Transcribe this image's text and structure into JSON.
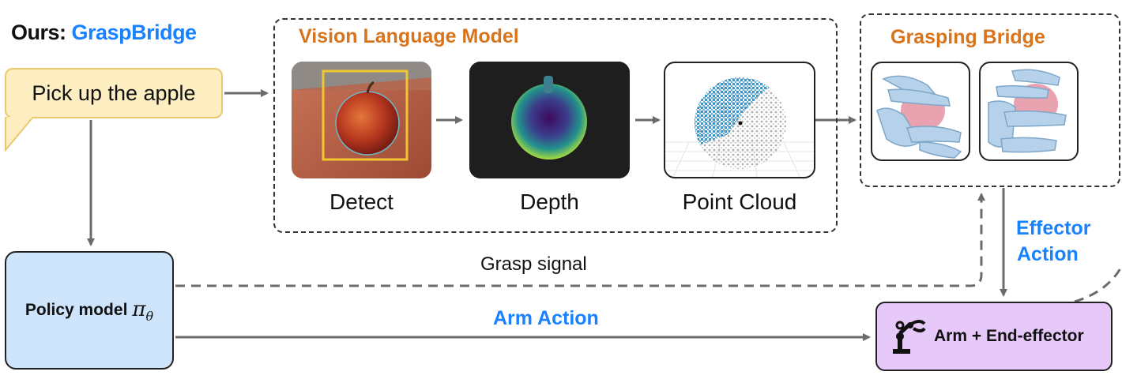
{
  "header": {
    "prefix": "Ours:",
    "brand": "GraspBridge"
  },
  "instruction": "Pick up the apple",
  "vlm": {
    "title": "Vision Language Model",
    "stages": [
      {
        "label": "Detect",
        "icon": "apple-detection-image"
      },
      {
        "label": "Depth",
        "icon": "depth-map-image"
      },
      {
        "label": "Point Cloud",
        "icon": "point-cloud-image"
      }
    ]
  },
  "grasping_bridge": {
    "title": "Grasping Bridge",
    "images": [
      "robot-hand-grasp-view-1",
      "robot-hand-grasp-view-2"
    ]
  },
  "policy": {
    "label": "Policy model",
    "symbol": "π",
    "subscript": "θ"
  },
  "arm": {
    "label": "Arm + End-effector",
    "icon": "robot-arm-icon"
  },
  "edges": {
    "grasp_signal": "Grasp signal",
    "arm_action": "Arm Action",
    "effector_action_line1": "Effector",
    "effector_action_line2": "Action"
  },
  "colors": {
    "accent_orange": "#d7741c",
    "accent_blue": "#1a82ff",
    "policy_fill": "#cde4fb",
    "arm_fill": "#e7c9f9",
    "speech_fill": "#fdeec2"
  }
}
